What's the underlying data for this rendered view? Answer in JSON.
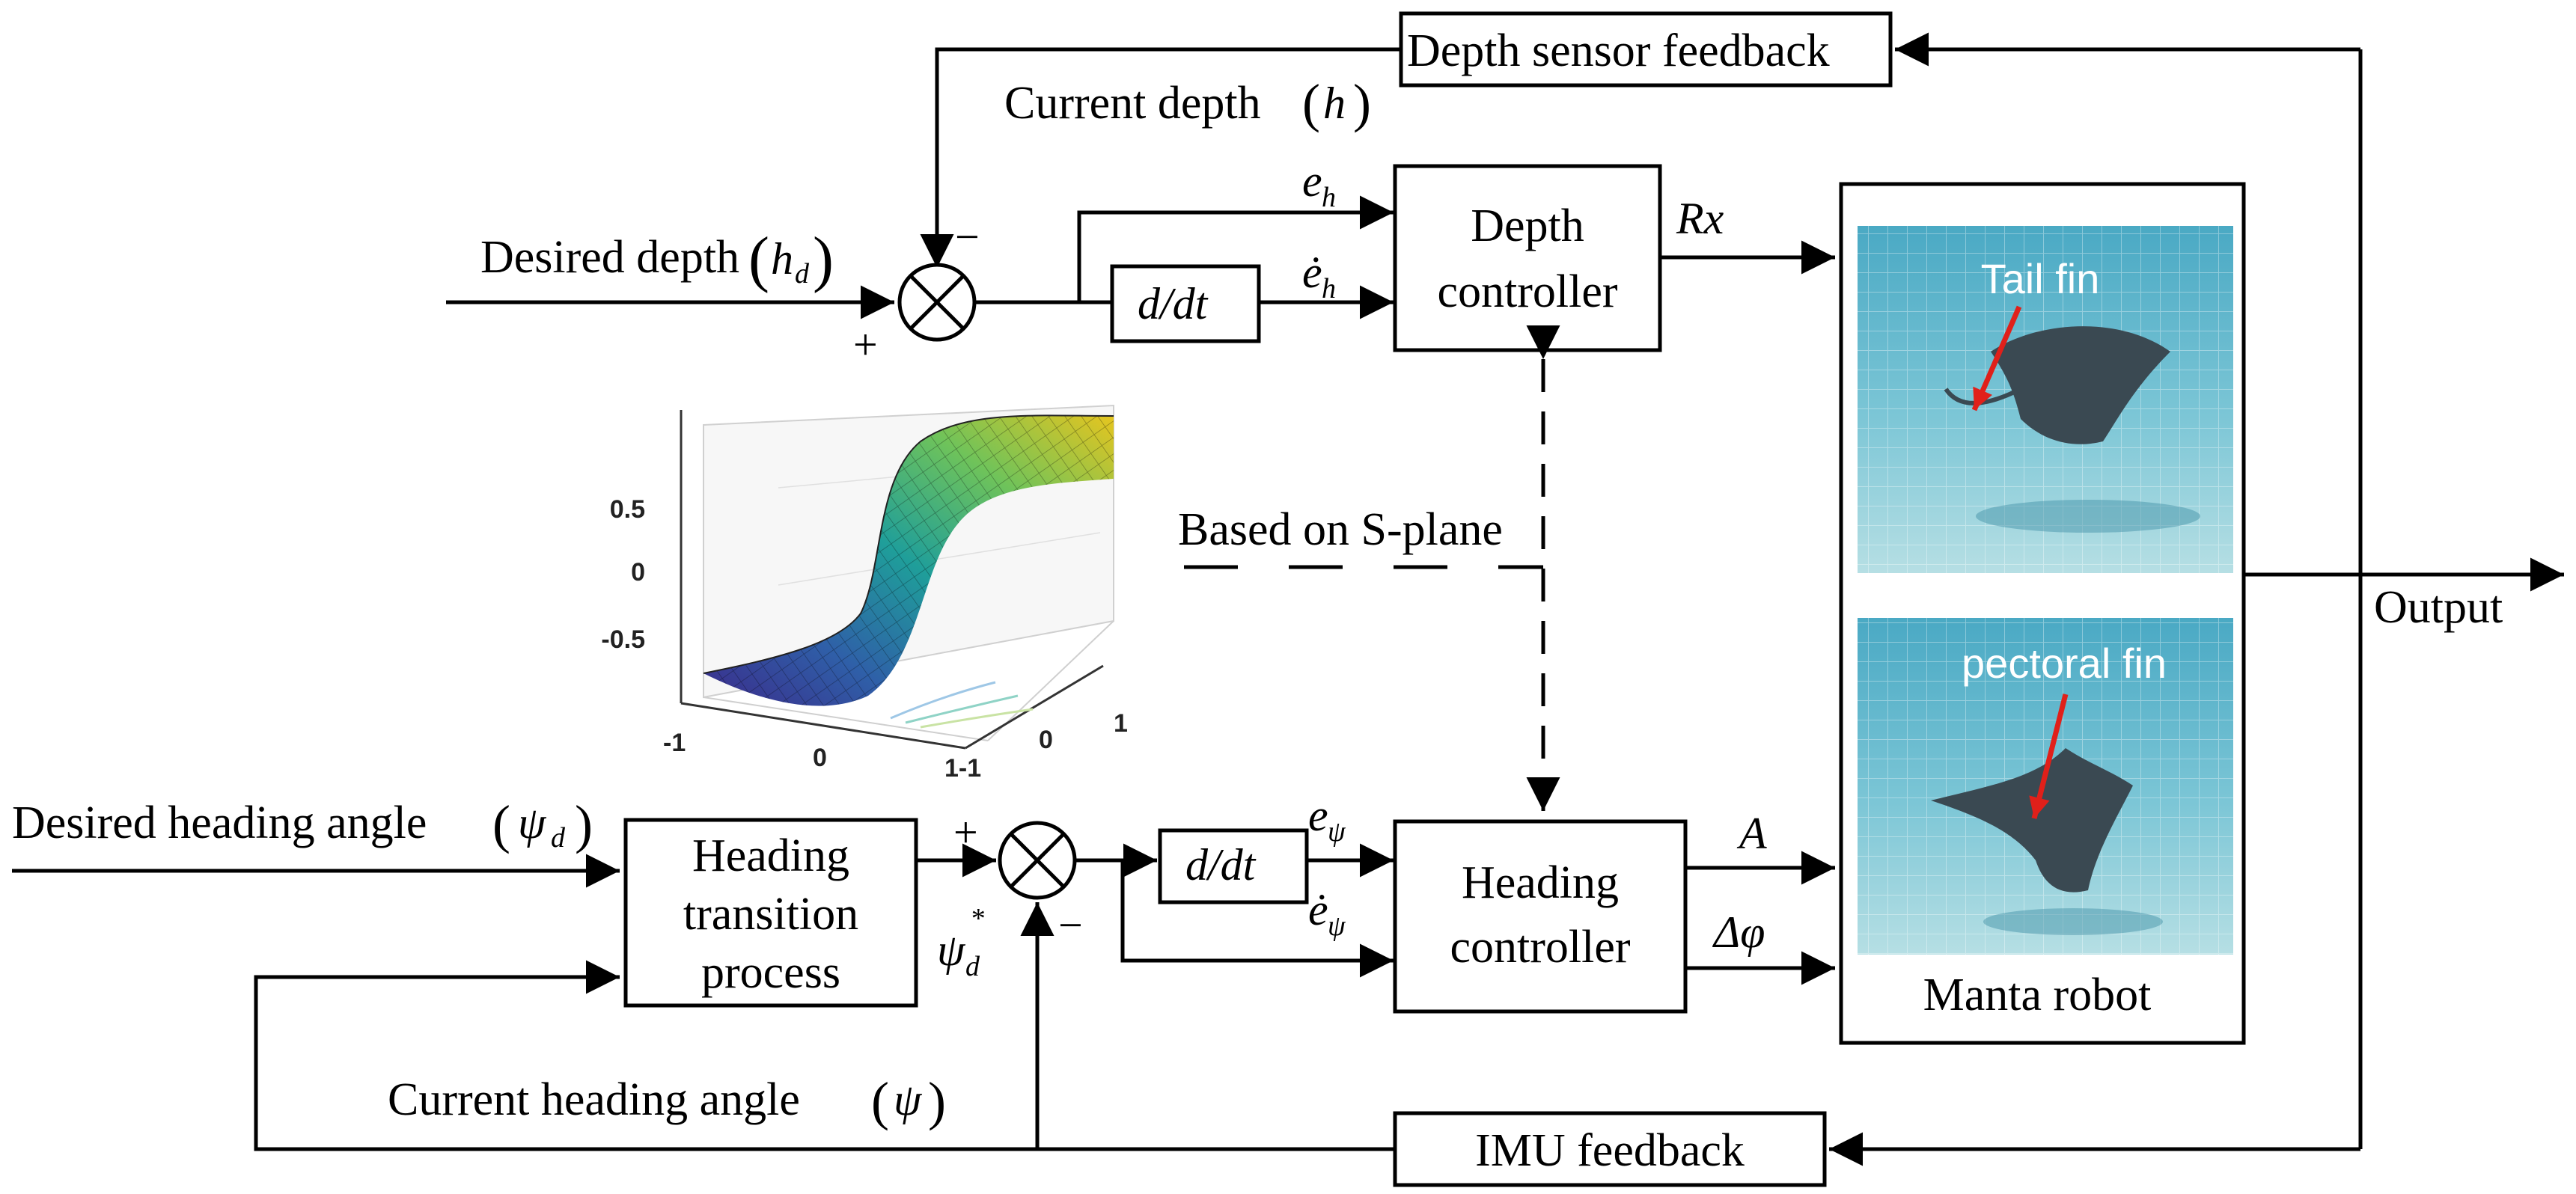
{
  "labels": {
    "depth_feedback": "Depth sensor feedback",
    "current_depth": "Current depth",
    "current_depth_sym": "h",
    "desired_depth": "Desired depth",
    "desired_depth_sym": "h",
    "desired_depth_sub": "d",
    "derivative_top": "d/dt",
    "eh": "e",
    "eh_sub": "h",
    "eh_dot": "ė",
    "eh_dot_sub": "h",
    "depth_ctrl_1": "Depth",
    "depth_ctrl_2": "controller",
    "rx": "Rx",
    "splane": "Based on S-plane",
    "output": "Output",
    "desired_heading": "Desired heading angle",
    "desired_heading_sym": "ψ",
    "desired_heading_sub": "d",
    "heading_trans_1": "Heading",
    "heading_trans_2": "transition",
    "heading_trans_3": "process",
    "psi_star": "ψ",
    "psi_star_sub": "d",
    "psi_star_sup": "*",
    "derivative_bottom": "d/dt",
    "epsi": "e",
    "epsi_sub": "ψ",
    "epsi_dot": "ė",
    "epsi_dot_sub": "ψ",
    "heading_ctrl_1": "Heading",
    "heading_ctrl_2": "controller",
    "amp": "A",
    "dphi": "Δφ",
    "manta": "Manta robot",
    "current_heading": "Current heading angle",
    "current_heading_sym": "ψ",
    "imu": "IMU feedback",
    "tail_fin": "Tail fin",
    "pectoral_fin": "pectoral fin",
    "lparen": "(",
    "rparen": ")",
    "plus": "+",
    "minus": "−"
  },
  "plot": {
    "z_ticks": [
      "0.5",
      "0",
      "-0.5"
    ],
    "x_ticks": [
      "-1",
      "0",
      "1-1"
    ],
    "y_ticks": [
      "0",
      "1"
    ]
  },
  "colors": {
    "line": "#000000",
    "water_top": "#5bb7cc",
    "water_bottom": "#9ed3dc",
    "fin_arrow": "#e0201a"
  }
}
